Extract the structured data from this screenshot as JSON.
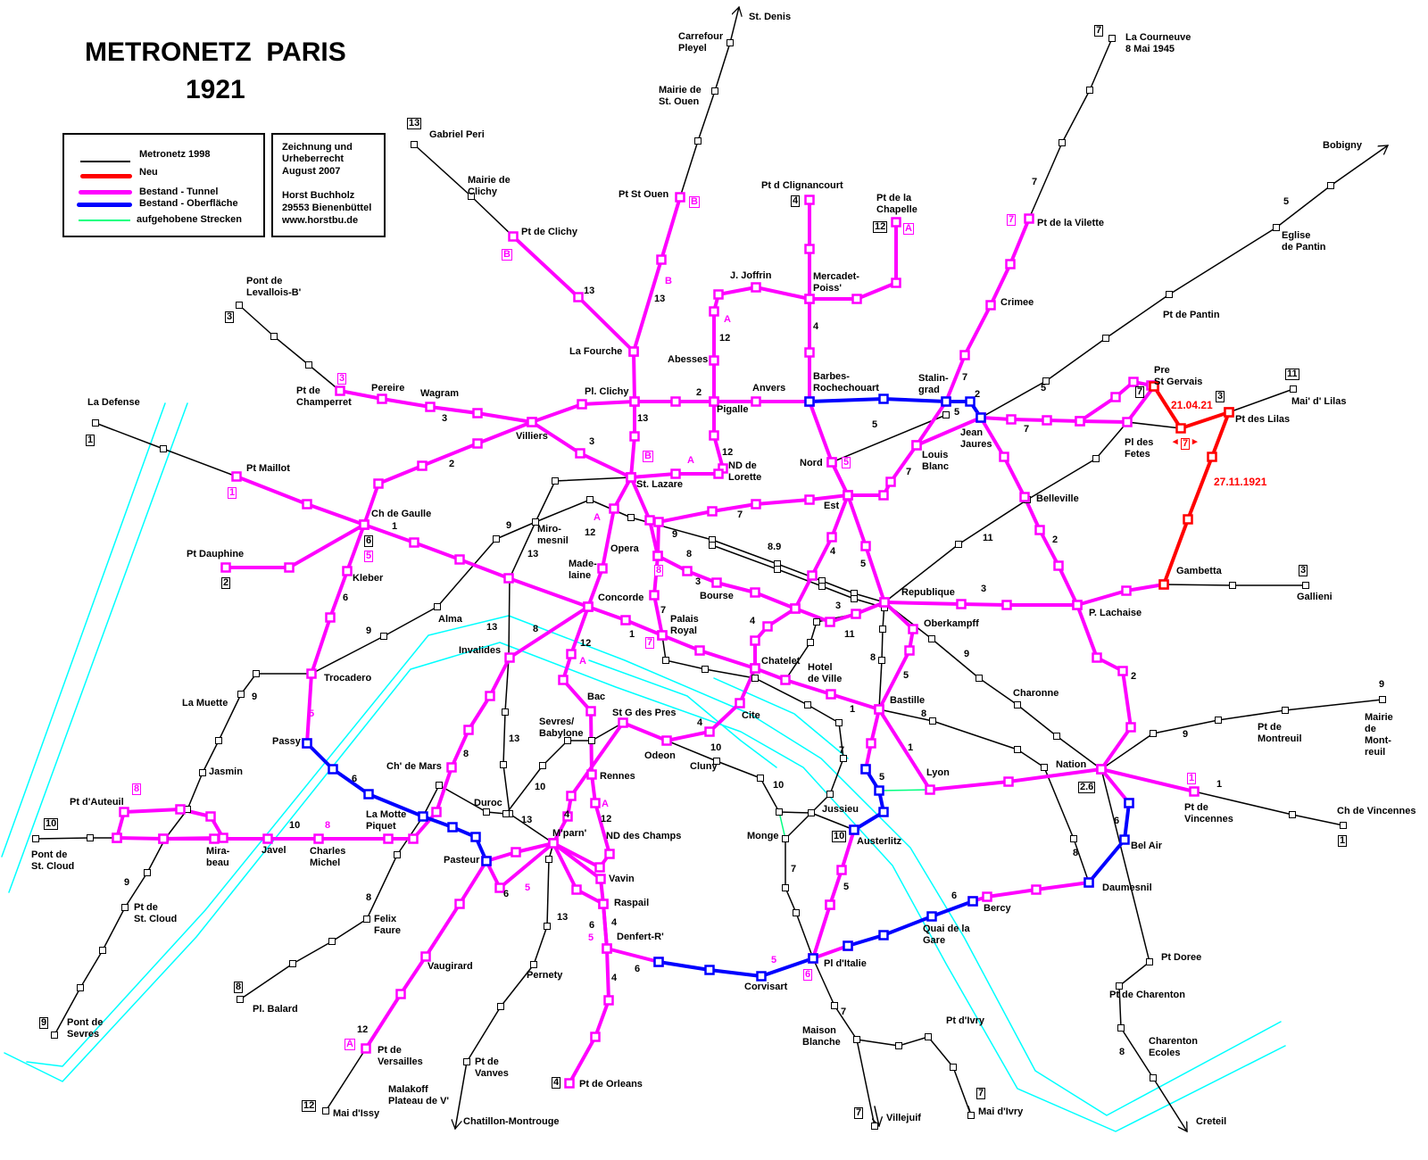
{
  "title": {
    "line1": "METRONETZ  PARIS",
    "line2": "1921"
  },
  "legend": {
    "items": [
      {
        "label": "Metronetz  1998",
        "color": "#000000"
      },
      {
        "label": "Neu",
        "color": "#ff0000"
      },
      {
        "label": "Bestand - Tunnel",
        "color": "#ff00ff"
      },
      {
        "label": "Bestand - Oberfläche",
        "color": "#0000ff"
      },
      {
        "label": "aufgehobene Strecken",
        "color": "#00ff80"
      }
    ],
    "credit": [
      "Zeichnung und",
      "Urheberrecht",
      "August 2007",
      "",
      "Horst Buchholz",
      "29553 Bienenbüttel",
      "www.horstbu.de"
    ]
  },
  "colors": {
    "existing_1998": "#000000",
    "new": "#ff0000",
    "tunnel": "#ff00ff",
    "surface": "#0000ff",
    "abandoned": "#00ff80",
    "seine": "#00ffff"
  },
  "stations": [
    "St. Denis",
    "Carrefour\nPleyel",
    "Mairie de\nSt. Ouen",
    "Gabriel Peri",
    "Mairie de\nClichy",
    "Pt de Clichy",
    "Pt St Ouen",
    "Pt d Clignancourt",
    "Pt de la\nChapelle",
    "La Courneuve\n8 Mai 1945",
    "Bobigny",
    "Pt de la Vilette",
    "Eglise\nde Pantin",
    "Crimee",
    "Pt de Pantin",
    "J. Joffrin",
    "Mercadet-\nPoiss'",
    "Pont de\nLevallois-B'",
    "La Fourche",
    "Abesses",
    "Pre\nSt Gervais",
    "Mai' d' Lilas",
    "Pt des Lilas",
    "Pt de\nChamperret",
    "Pereire",
    "Wagram",
    "Pl. Clichy",
    "Anvers",
    "Barbes-\nRochechouart",
    "Stalin-\ngrad",
    "La Defense",
    "Pigalle",
    "Jean\nJaures",
    "Pl des\nFetes",
    "Villiers",
    "Louis\nBlanc",
    "Nord",
    "Pt Maillot",
    "ND de\nLorette",
    "St. Lazare",
    "Est",
    "Belleville",
    "Ch de Gaulle",
    "Miro-\nmesnil",
    "Pt Dauphine",
    "Opera",
    "Made-\nlaine",
    "Kleber",
    "Gambetta",
    "Republique",
    "Gallieni",
    "Concorde",
    "Bourse",
    "Alma",
    "Palais\nRoyal",
    "P. Lachaise",
    "Oberkampff",
    "Invalides",
    "Chatelet",
    "Hotel\nde Ville",
    "Trocadero",
    "La Muette",
    "Bac",
    "St G des Pres",
    "Bastille",
    "Charonne",
    "Sevres/\nBabylone",
    "Cite",
    "Pt de\nMontreuil",
    "Mairie\nde\nMont-\nreuil",
    "Passy",
    "Ch' de Mars",
    "Odeon",
    "Cluny",
    "Nation",
    "Lyon",
    "Jasmin",
    "Rennes",
    "Pt d'Auteuil",
    "Duroc",
    "Pt de\nVincennes",
    "Ch de Vincennes",
    "La Motte\nPiquet",
    "Jussieu",
    "M'parn'",
    "ND des Champs",
    "Monge",
    "Austerlitz",
    "Pont de\nSt. Cloud",
    "Javel",
    "Charles\nMichel",
    "Mira-\nbeau",
    "Bel Air",
    "Pasteur",
    "Vavin",
    "Daumesnil",
    "Raspail",
    "Pt de\nSt. Cloud",
    "Bercy",
    "Felix\nFaure",
    "Quai de la\nGare",
    "Denfert-R'",
    "Pt Doree",
    "Vaugirard",
    "Pl d'Italie",
    "Pernety",
    "Corvisart",
    "Pt de Charenton",
    "Pl. Balard",
    "Pont de\nSevres",
    "Pt d'Ivry",
    "Maison\nBlanche",
    "Charenton\nEcoles",
    "Pt de\nVersailles",
    "Pt de\nVanves",
    "Pt de Orleans",
    "Malakoff\nPlateau de V'",
    "Mai d'Issy",
    "Mai d'Ivry",
    "Villejuif",
    "Chatillon-Montrouge",
    "Creteil"
  ],
  "line_numbers": [
    "7",
    "5",
    "13",
    "13",
    "4",
    "12",
    "7",
    "2",
    "2",
    "5",
    "5",
    "13",
    "3",
    "5",
    "7",
    "3",
    "12",
    "2",
    "7",
    "7",
    "1",
    "9",
    "12",
    "9",
    "13",
    "8.9",
    "11",
    "2",
    "8",
    "4",
    "5",
    "6",
    "3",
    "3",
    "3",
    "7",
    "4",
    "11",
    "13",
    "8",
    "1",
    "9",
    "12",
    "8",
    "9",
    "5",
    "2",
    "9",
    "1",
    "8",
    "4",
    "13",
    "7",
    "9",
    "9",
    "1",
    "10",
    "8",
    "6",
    "5",
    "10",
    "10",
    "1",
    "4",
    "12",
    "13",
    "10",
    "6",
    "5",
    "8",
    "7",
    "9",
    "6",
    "13",
    "6",
    "4",
    "6",
    "8",
    "6",
    "4",
    "12",
    "7",
    "8"
  ],
  "terminus_badges": [
    "7",
    "13",
    "4",
    "12",
    "3",
    "11",
    "3",
    "7",
    "1",
    "6",
    "2",
    "3",
    "10",
    "2.6",
    "10",
    "8",
    "9",
    "12",
    "4",
    "7",
    "7",
    "1"
  ],
  "historic_badges": [
    "B",
    "7",
    "A",
    "B",
    "3",
    "5",
    "B",
    "1",
    "5",
    "8",
    "7",
    "8",
    "1",
    "6",
    "A"
  ],
  "historic_labels": [
    "B",
    "A",
    "A",
    "A",
    "A",
    "A",
    "5",
    "8",
    "5",
    "5",
    "5"
  ],
  "new_lines": {
    "date_1": "21.04.21",
    "date_2": "27.11.1921",
    "line_badge": "7",
    "arrow_left": "◂",
    "arrow_right": "▸"
  }
}
